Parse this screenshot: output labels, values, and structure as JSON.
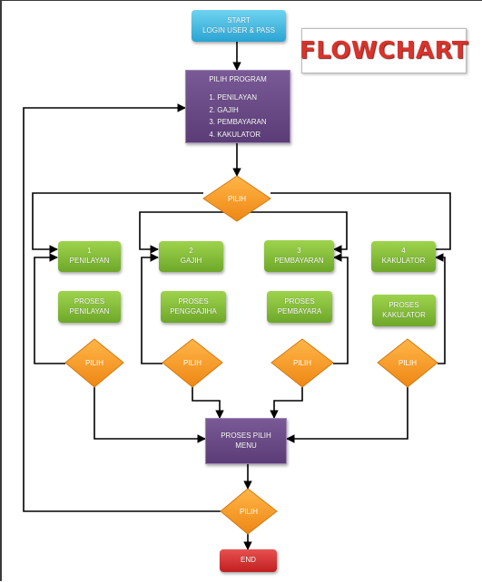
{
  "title": "FLOWCHART",
  "start": {
    "line1": "START",
    "line2": "LOGIN USER & PASS"
  },
  "pilih_program": {
    "heading": "PILIH PROGRAM",
    "items": [
      "1.   PENILAYAN",
      "2.   GAJIH",
      "3.   PEMBAYARAN",
      "4.   KAKULATOR"
    ]
  },
  "decision_label": "PILIH",
  "options": [
    {
      "num": "1",
      "label": "PENILAYAN",
      "proses1": "PROSES",
      "proses2": "PENILAYAN"
    },
    {
      "num": "2",
      "label": "GAJIH",
      "proses1": "PROSES",
      "proses2": "PENGGAJIHA"
    },
    {
      "num": "3",
      "label": "PEMBAYARAN",
      "proses1": "PROSES",
      "proses2": "PEMBAYARA"
    },
    {
      "num": "4",
      "label": "KAKULATOR",
      "proses1": "PROSES",
      "proses2": "KAKULATOR"
    }
  ],
  "proses_pilih": {
    "line1": "PROSES PILIH",
    "line2": "MENU"
  },
  "end": "END",
  "colors": {
    "start": "#2aa4d3",
    "process": "#5b3c77",
    "option": "#6ea82a",
    "decision": "#f39a1e",
    "end": "#c11f1f",
    "title": "#d8332c"
  }
}
